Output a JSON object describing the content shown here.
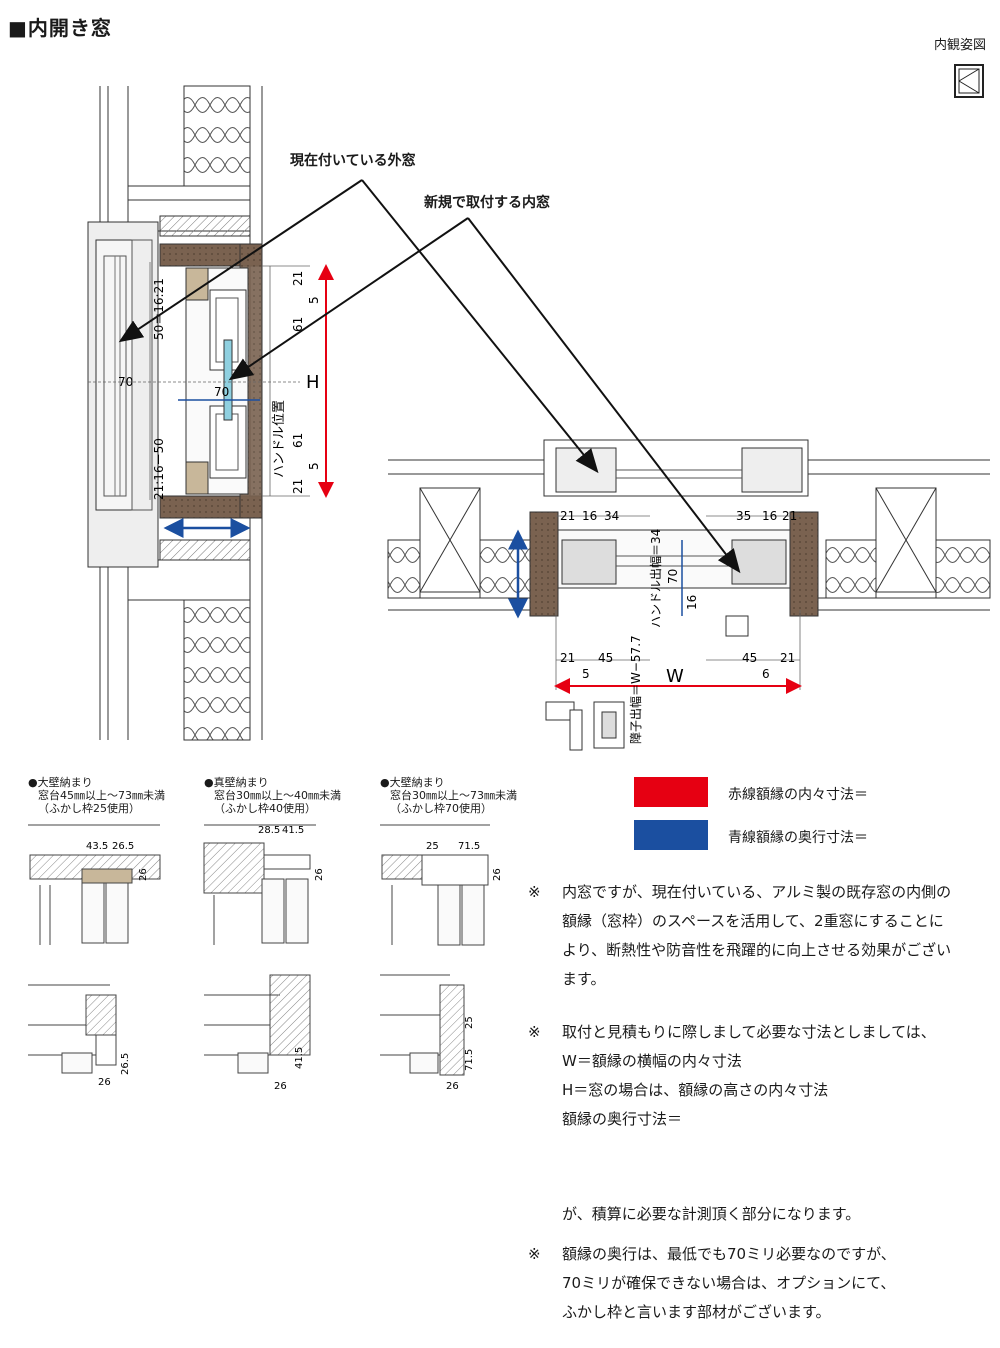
{
  "header": {
    "title": "■内開き窓",
    "view_label": "内観姿図"
  },
  "callouts": {
    "outer_window": "現在付いている外窓",
    "inner_window": "新規で取付する内窓"
  },
  "vertical_section": {
    "dims_left": [
      "50＝16:21",
      "70",
      "21:16ー50"
    ],
    "dims_right": [
      "21",
      "5",
      "61",
      "70",
      "61",
      "5",
      "21"
    ],
    "handle_label": "ハンドル位置",
    "height_label": "H"
  },
  "horizontal_section": {
    "top_dims_left": [
      "21",
      "16",
      "34"
    ],
    "top_dims_right": [
      "35",
      "16",
      "21"
    ],
    "inner_vertical_dims": [
      "ハンドル出幅＝34",
      "70",
      "16"
    ],
    "bottom_dims_left": [
      "21",
      "5",
      "45"
    ],
    "bottom_dims_right": [
      "45",
      "21",
      "6"
    ],
    "glazing_bead_label": "障子出幅＝W−57.7",
    "width_label": "W"
  },
  "variants": [
    {
      "title": "●大壁納まり",
      "line2": "窓台45㎜以上〜73㎜未満",
      "line3": "（ふかし枠25使用）",
      "top_dims": [
        "43.5",
        "26.5",
        "26"
      ],
      "bottom_dims": [
        "26.5",
        "26"
      ]
    },
    {
      "title": "●真壁納まり",
      "line2": "窓台30㎜以上〜40㎜未満",
      "line3": "（ふかし枠40使用）",
      "top_dims": [
        "28.5",
        "41.5",
        "26"
      ],
      "bottom_dims": [
        "41.5",
        "26"
      ]
    },
    {
      "title": "●大壁納まり",
      "line2": "窓台30㎜以上〜73㎜未満",
      "line3": "（ふかし枠70使用）",
      "top_dims": [
        "25",
        "71.5",
        "26"
      ],
      "bottom_dims": [
        "25",
        "71.5",
        "26"
      ]
    }
  ],
  "legend": [
    {
      "color": "#e60012",
      "label": "赤線額縁の内々寸法＝"
    },
    {
      "color": "#1b4fa0",
      "label": "青線額縁の奥行寸法＝"
    }
  ],
  "notes": [
    {
      "mark": "※",
      "lines": [
        "内窓ですが、現在付いている、アルミ製の既存窓の内側の",
        "額縁（窓枠）のスペースを活用して、2重窓にすることに",
        "より、断熱性や防音性を飛躍的に向上させる効果がござい",
        "ます。"
      ]
    },
    {
      "mark": "※",
      "lines": [
        "取付と見積もりに際しまして必要な寸法としましては、",
        "W＝額縁の横幅の内々寸法",
        "H＝窓の場合は、額縁の高さの内々寸法",
        "額縁の奥行寸法＝",
        "",
        "",
        "が、積算に必要な計測頂く部分になります。"
      ]
    },
    {
      "mark": "※",
      "lines": [
        "額縁の奥行は、最低でも70ミリ必要なのですが、",
        "70ミリが確保できない場合は、オプションにて、",
        "ふかし枠と言います部材がございます。"
      ]
    }
  ]
}
